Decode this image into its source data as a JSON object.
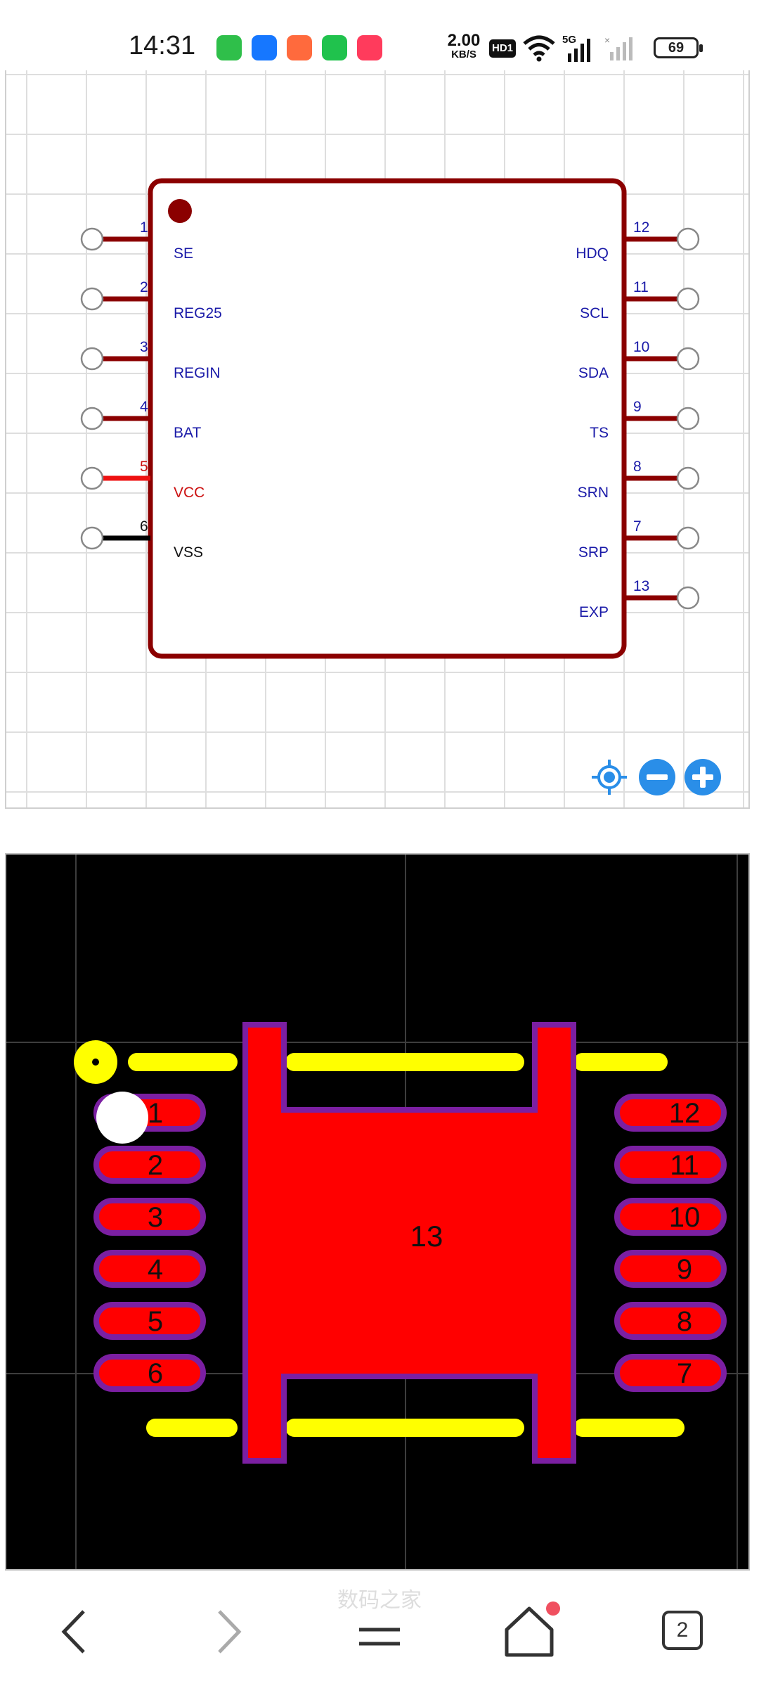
{
  "status_bar": {
    "time": "14:31",
    "net_speed_value": "2.00",
    "net_speed_unit": "KB/S",
    "hd_label": "HD1",
    "signal_label": "5G",
    "battery": "69",
    "app_icons": [
      {
        "name": "messages-icon",
        "color": "#2fbf4a"
      },
      {
        "name": "alipay-icon",
        "color": "#1677ff"
      },
      {
        "name": "game-app-icon",
        "color": "#ff6a3d"
      },
      {
        "name": "upload-app-icon",
        "color": "#20c24d"
      },
      {
        "name": "video-app-icon",
        "color": "#ff3b5c"
      }
    ]
  },
  "schematic": {
    "left_pins": [
      {
        "number": "1",
        "name": "SE",
        "color": "#1a1aa8",
        "wire": "#8b0000"
      },
      {
        "number": "2",
        "name": "REG25",
        "color": "#1a1aa8",
        "wire": "#8b0000"
      },
      {
        "number": "3",
        "name": "REGIN",
        "color": "#1a1aa8",
        "wire": "#8b0000"
      },
      {
        "number": "4",
        "name": "BAT",
        "color": "#1a1aa8",
        "wire": "#8b0000"
      },
      {
        "number": "5",
        "name": "VCC",
        "color": "#cc1111",
        "wire": "#ee1111"
      },
      {
        "number": "6",
        "name": "VSS",
        "color": "#111111",
        "wire": "#000000"
      }
    ],
    "right_pins": [
      {
        "number": "12",
        "name": "HDQ"
      },
      {
        "number": "11",
        "name": "SCL"
      },
      {
        "number": "10",
        "name": "SDA"
      },
      {
        "number": "9",
        "name": "TS"
      },
      {
        "number": "8",
        "name": "SRN"
      },
      {
        "number": "7",
        "name": "SRP"
      },
      {
        "number": "13",
        "name": "EXP"
      }
    ],
    "body_color": "#8b0000",
    "pin_label_color": "#1a1aa8"
  },
  "zoom_controls": {
    "locate": "locate-icon",
    "zoom_out": "zoom-out-icon",
    "zoom_in": "zoom-in-icon",
    "color": "#2a8ee8"
  },
  "pcb": {
    "left_pads": [
      "1",
      "2",
      "3",
      "4",
      "5",
      "6"
    ],
    "right_pads": [
      "12",
      "11",
      "10",
      "9",
      "8",
      "7"
    ],
    "center_pad": "13",
    "pad_color": "#ff0000",
    "pad_outline": "#7b1fa2",
    "silkscreen": "#ffff00"
  },
  "nav_bar": {
    "tabs_count": "2",
    "watermark": "数码之家"
  }
}
